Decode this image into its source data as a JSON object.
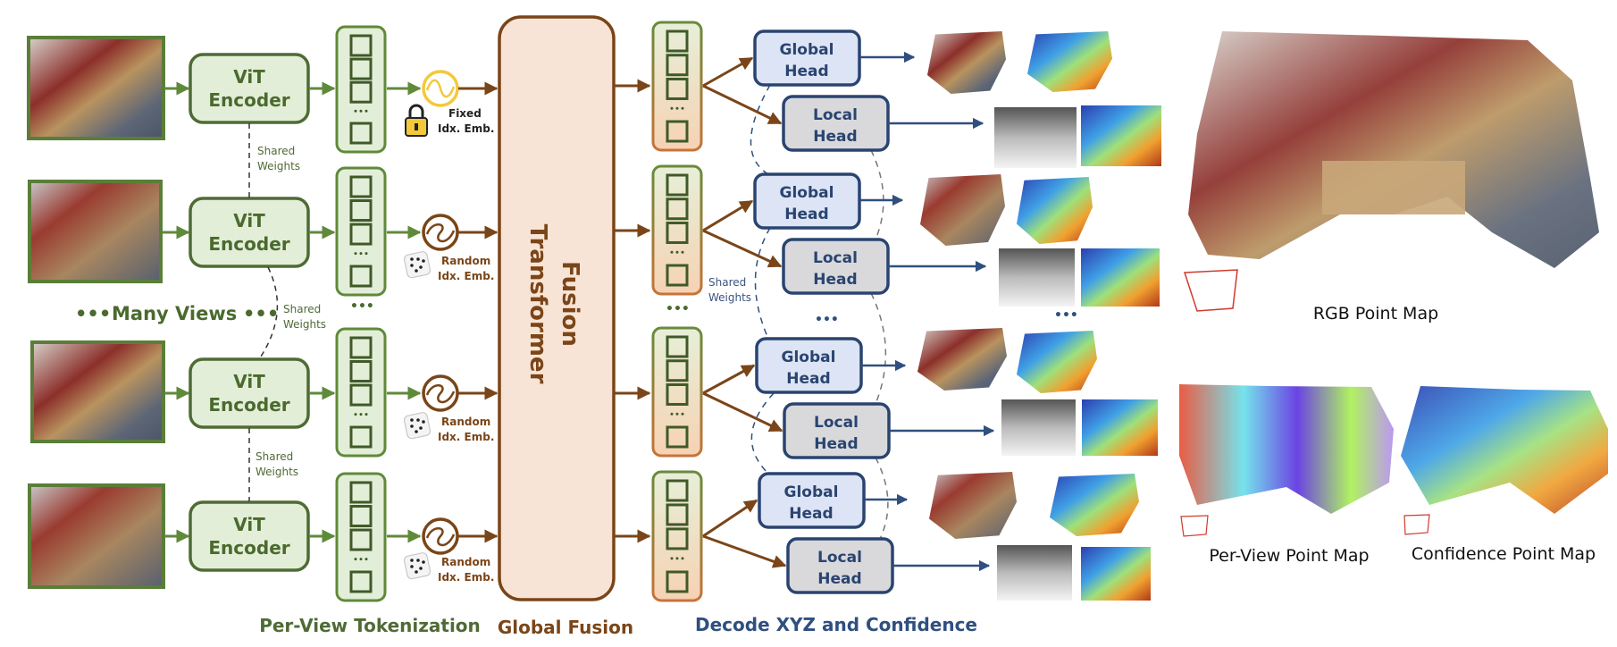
{
  "inputs": {
    "views": [
      {
        "label": "input-view-1"
      },
      {
        "label": "input-view-2"
      },
      {
        "label": "input-view-3"
      },
      {
        "label": "input-view-4"
      }
    ],
    "many_views_label": "Many Views",
    "ellipsis": "•••"
  },
  "encoders": {
    "line1": "ViT",
    "line2": "Encoder",
    "shared_weights_line1": "Shared",
    "shared_weights_line2": "Weights"
  },
  "embeddings": {
    "fixed": {
      "line1": "Fixed",
      "line2": "Idx. Emb.",
      "icon": "lock-icon"
    },
    "random": {
      "line1": "Random",
      "line2": "Idx. Emb.",
      "icon": "dice-icon"
    }
  },
  "fusion": {
    "line1": "Fusion",
    "line2": "Transformer"
  },
  "heads": {
    "global": {
      "line1": "Global",
      "line2": "Head"
    },
    "local": {
      "line1": "Local",
      "line2": "Head"
    },
    "shared_weights_line1": "Shared",
    "shared_weights_line2": "Weights"
  },
  "sections": {
    "tokenization": "Per-View Tokenization",
    "fusion": "Global Fusion",
    "decode": "Decode XYZ and Confidence"
  },
  "outputs": {
    "rgb_point_map": "RGB Point Map",
    "per_view_point_map": "Per-View Point Map",
    "confidence_point_map": "Confidence Point Map"
  },
  "colors": {
    "green_stroke": "#557a35",
    "green_fill": "#e3eed8",
    "brown": "#7a4518",
    "fusion_fill": "#f8e4d6",
    "orange_stroke": "#c77a3c",
    "blue_stroke": "#2a4470",
    "global_fill": "#dce4f5",
    "local_fill": "#d9d9dc",
    "fixed_emb": "#f2c93a"
  }
}
